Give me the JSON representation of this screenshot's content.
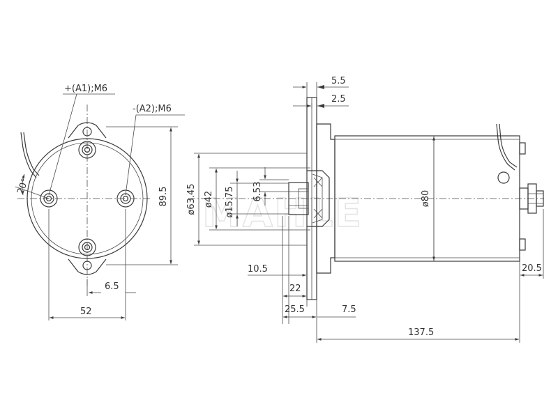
{
  "labels": {
    "terminal_a1": "+(A1);M6",
    "terminal_a2": "-(A2);M6",
    "angle": "20°",
    "height_89_5": "89.5",
    "width_52": "52",
    "offset_6_5": "6.5",
    "dim_5_5": "5.5",
    "dim_2_5": "2.5",
    "dia_63_45": "ø63.45",
    "dia_42": "ø42",
    "dia_15_75": "ø15.75",
    "dim_6_53": "6.53",
    "dia_80": "ø80",
    "dim_10_5": "10.5",
    "dim_22": "22",
    "dim_25_5": "25.5",
    "dim_7_5": "7.5",
    "dim_137_5": "137.5",
    "dim_20_5": "20.5"
  },
  "watermark": "MAHLE",
  "colors": {
    "line": "#3a3a3a",
    "text": "#333333",
    "watermark": "#e3e3e3"
  }
}
